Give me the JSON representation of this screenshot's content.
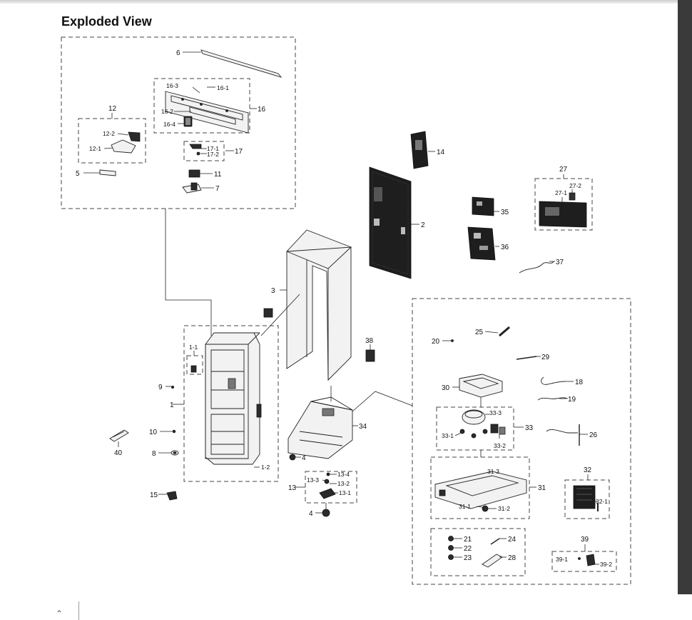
{
  "page": {
    "title": "Exploded View"
  },
  "callouts": {
    "c1": "1",
    "c1_1": "1-1",
    "c1_2": "1-2",
    "c2": "2",
    "c3": "3",
    "c4a": "4",
    "c4b": "4",
    "c5": "5",
    "c6": "6",
    "c7": "7",
    "c8": "8",
    "c9": "9",
    "c10": "10",
    "c11": "11",
    "c12": "12",
    "c12_1": "12-1",
    "c12_2": "12-2",
    "c13": "13",
    "c13_1": "13-1",
    "c13_2": "13-2",
    "c13_3": "13-3",
    "c13_4": "13-4",
    "c14": "14",
    "c15": "15",
    "c16": "16",
    "c16_1": "16-1",
    "c16_2": "16-2",
    "c16_3": "16-3",
    "c16_4": "16-4",
    "c17": "17",
    "c17_1": "17-1",
    "c17_2": "17-2",
    "c18": "18",
    "c19": "19",
    "c20": "20",
    "c21": "21",
    "c22": "22",
    "c23": "23",
    "c24": "24",
    "c25": "25",
    "c26": "26",
    "c27": "27",
    "c27_1": "27-1",
    "c27_2": "27-2",
    "c28": "28",
    "c29": "29",
    "c30": "30",
    "c31": "31",
    "c31_1": "31-1",
    "c31_2": "31-2",
    "c31_3": "31-3",
    "c32": "32",
    "c32_1": "32-1",
    "c33": "33",
    "c33_1": "33-1",
    "c33_2": "33-2",
    "c33_3": "33-3",
    "c34": "34",
    "c35": "35",
    "c36": "36",
    "c37": "37",
    "c38": "38",
    "c39": "39",
    "c39_1": "39-1",
    "c39_2": "39-2",
    "c40": "40"
  }
}
